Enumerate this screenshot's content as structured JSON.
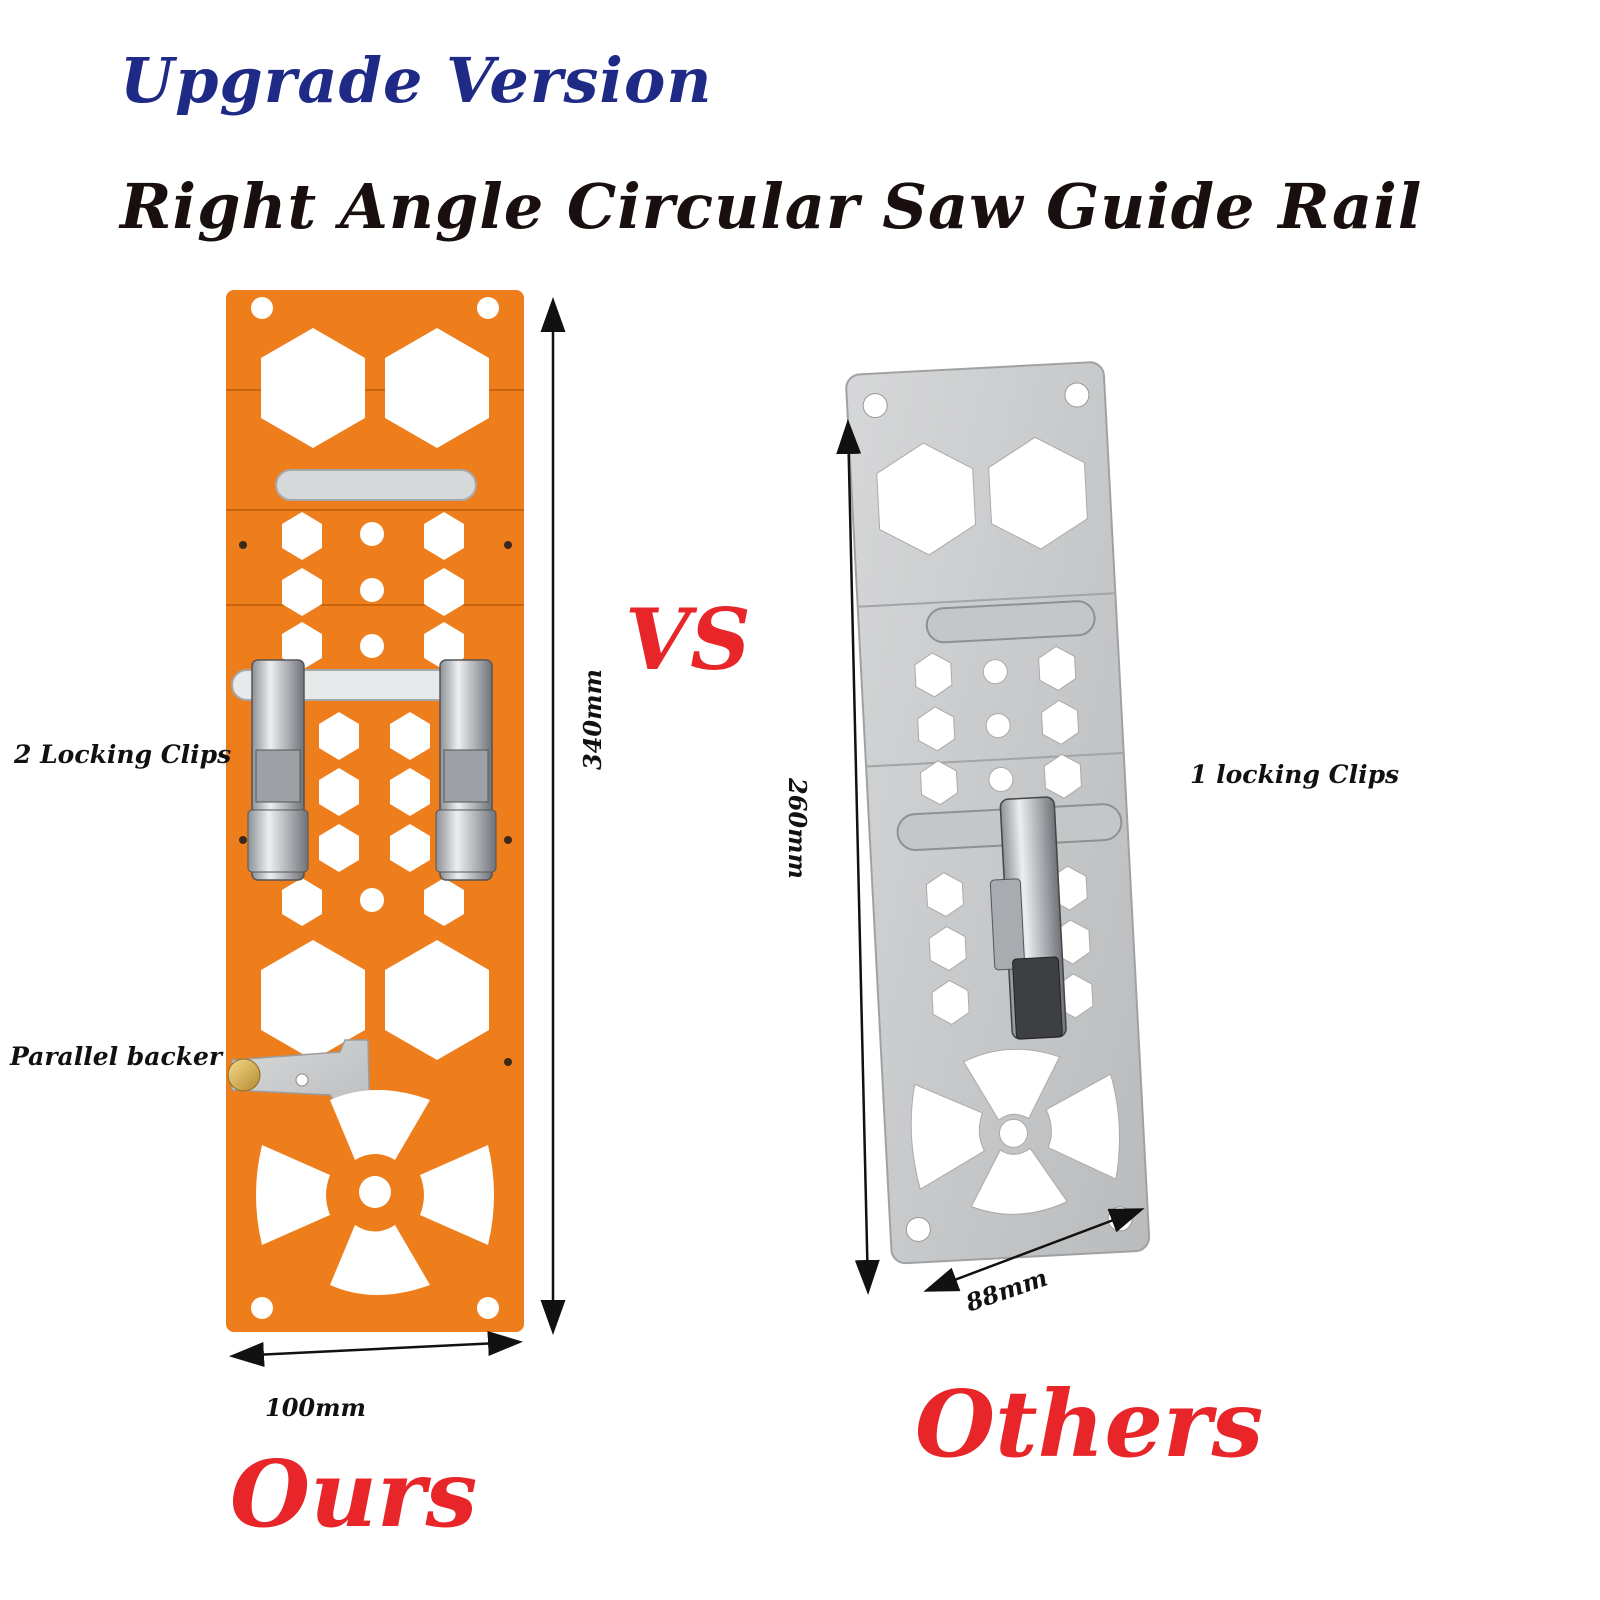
{
  "header": {
    "headline": "Upgrade Version",
    "title": "Right Angle Circular Saw Guide Rail"
  },
  "comparison": {
    "vs_label": "VS",
    "ours_label": "Ours",
    "others_label": "Others"
  },
  "ours_product": {
    "callout_clips": "2 Locking Clips",
    "callout_backer": "Parallel backer",
    "height_dimension": "340mm",
    "width_dimension": "100mm"
  },
  "others_product": {
    "callout_clips": "1 locking Clips",
    "height_dimension": "260mm",
    "width_dimension": "88mm"
  },
  "colors": {
    "headline": "#1f2a86",
    "title": "#1a0f0f",
    "accent_red": "#e8262a",
    "ours_plate": "#ee7d1c",
    "others_plate": "#c9cacb",
    "metal_clip": "#b8babd"
  }
}
